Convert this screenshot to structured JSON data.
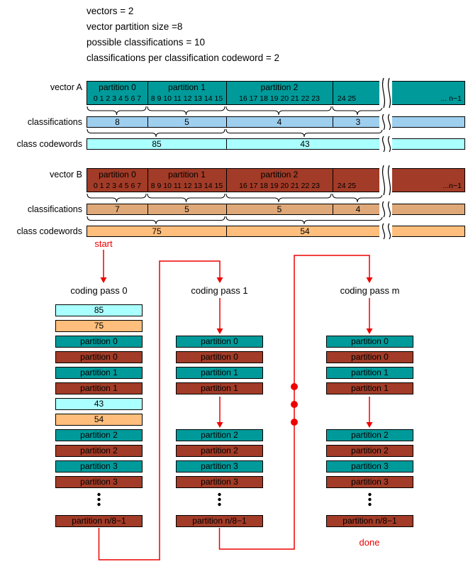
{
  "colors": {
    "teal": "#009a9a",
    "brick": "#a23b27",
    "class_a": "#9fcfef",
    "codeword_a": "#aaffff",
    "class_b": "#dfa878",
    "codeword_b": "#ffbe7c",
    "line_red": "#ee0000"
  },
  "header": {
    "lines": [
      "vectors = 2",
      "vector partition size =8",
      "possible classifications = 10",
      "classifications per classification codeword = 2"
    ]
  },
  "vector_a": {
    "label": "vector A",
    "partitions": [
      "partition 0",
      "partition 1",
      "partition 2"
    ],
    "indices": [
      "0 1 2 3 4 5 6 7",
      "8 9 10 11 12 13 14 15",
      "16 17 18 19 20 21 22 23",
      "24 25"
    ],
    "tail": "... n−1",
    "classifications": {
      "label": "classifications",
      "values": [
        "8",
        "5",
        "4",
        "3"
      ]
    },
    "codewords": {
      "label": "class codewords",
      "values": [
        "85",
        "43"
      ]
    }
  },
  "vector_b": {
    "label": "vector B",
    "partitions": [
      "partition 0",
      "partition 1",
      "partition 2"
    ],
    "indices": [
      "0 1 2 3 4 5 6 7",
      "8 9 10 11 12 13 14 15",
      "16 17 18 19 20 21 22 23",
      "24 25"
    ],
    "tail": "...n−1",
    "classifications": {
      "label": "classifications",
      "values": [
        "7",
        "5",
        "5",
        "4"
      ]
    },
    "codewords": {
      "label": "class codewords",
      "values": [
        "75",
        "54"
      ]
    }
  },
  "flow": {
    "start": "start",
    "done": "done",
    "pass0": {
      "label": "coding pass 0",
      "boxes": [
        "85",
        "75",
        "partition 0",
        "partition 0",
        "partition 1",
        "partition 1",
        "43",
        "54",
        "partition 2",
        "partition 2",
        "partition 3",
        "partition 3"
      ],
      "last": "partition n/8−1"
    },
    "pass1": {
      "label": "coding pass 1",
      "boxes": [
        "partition 0",
        "partition 0",
        "partition 1",
        "partition 1",
        "partition 2",
        "partition 2",
        "partition 3",
        "partition 3"
      ],
      "last": "partition n/8−1"
    },
    "passm": {
      "label": "coding pass m",
      "boxes": [
        "partition 0",
        "partition 0",
        "partition 1",
        "partition 1",
        "partition 2",
        "partition 2",
        "partition 3",
        "partition 3"
      ],
      "last": "partition n/8−1"
    }
  }
}
